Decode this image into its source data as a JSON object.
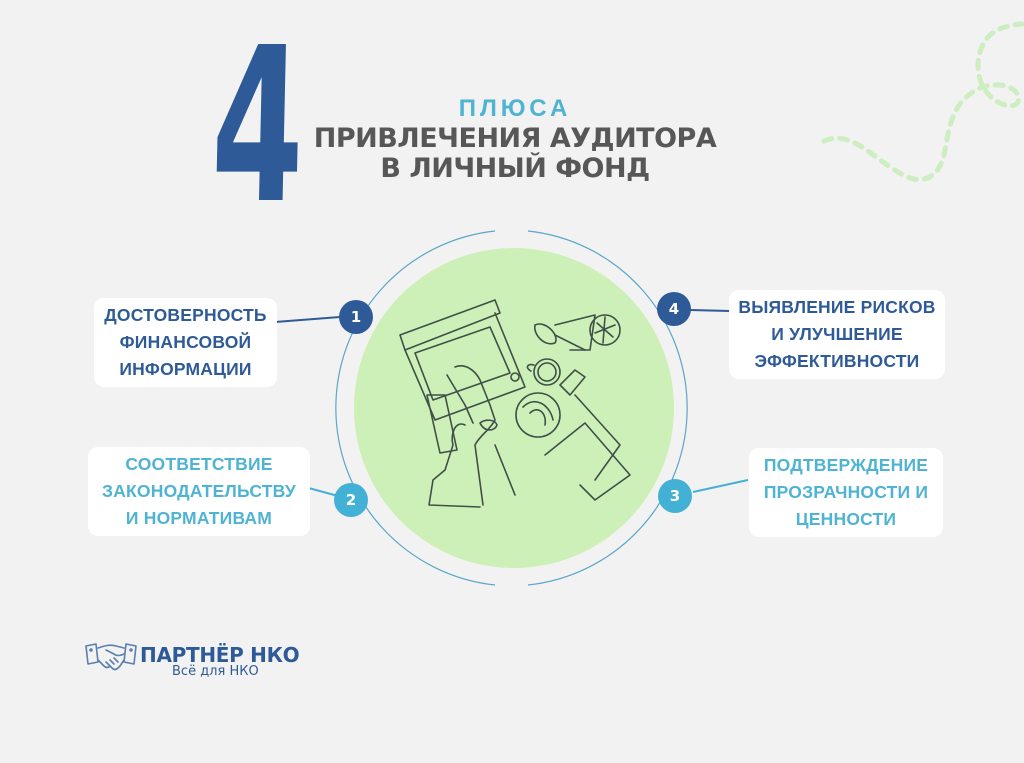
{
  "header": {
    "big_number": "4",
    "kicker": "ПЛЮСА",
    "title_line1": "ПРИВЛЕЧЕНИЯ АУДИТОРА",
    "title_line2": "В ЛИЧНЫЙ ФОНД"
  },
  "benefits": [
    {
      "number": "1",
      "lines": [
        "ДОСТОВЕРНОСТЬ",
        "ФИНАНСОВОЙ",
        "ИНФОРМАЦИИ"
      ],
      "color": "#2e5b98"
    },
    {
      "number": "2",
      "lines": [
        "СООТВЕТСТВИЕ",
        "ЗАКОНОДАТЕЛЬСТВУ",
        "И НОРМАТИВАМ"
      ],
      "color": "#4fb3d3"
    },
    {
      "number": "3",
      "lines": [
        "ПОДТВЕРЖДЕНИЕ",
        "ПРОЗРАЧНОСТИ И",
        "ЦЕННОСТИ"
      ],
      "color": "#4fb3d3"
    },
    {
      "number": "4",
      "lines": [
        "ВЫЯВЛЕНИЕ РИСКОВ",
        "И УЛУЧШЕНИЕ",
        "ЭФФЕКТИВНОСТИ"
      ],
      "color": "#2e5b98"
    }
  ],
  "illustration": {
    "icon": "workspace-line-art-icon",
    "circle_color": "#cdf0b8",
    "ring_color": "#5aa7c8"
  },
  "logo": {
    "icon": "handshake-icon",
    "name": "ПАРТНЁР НКО",
    "tagline": "Всё для НКО"
  },
  "colors": {
    "background": "#f2f2f2",
    "primary_dark": "#2e5b98",
    "primary_light": "#4fb3d3",
    "title_gray": "#575757",
    "decor_green": "#cdeec0"
  }
}
